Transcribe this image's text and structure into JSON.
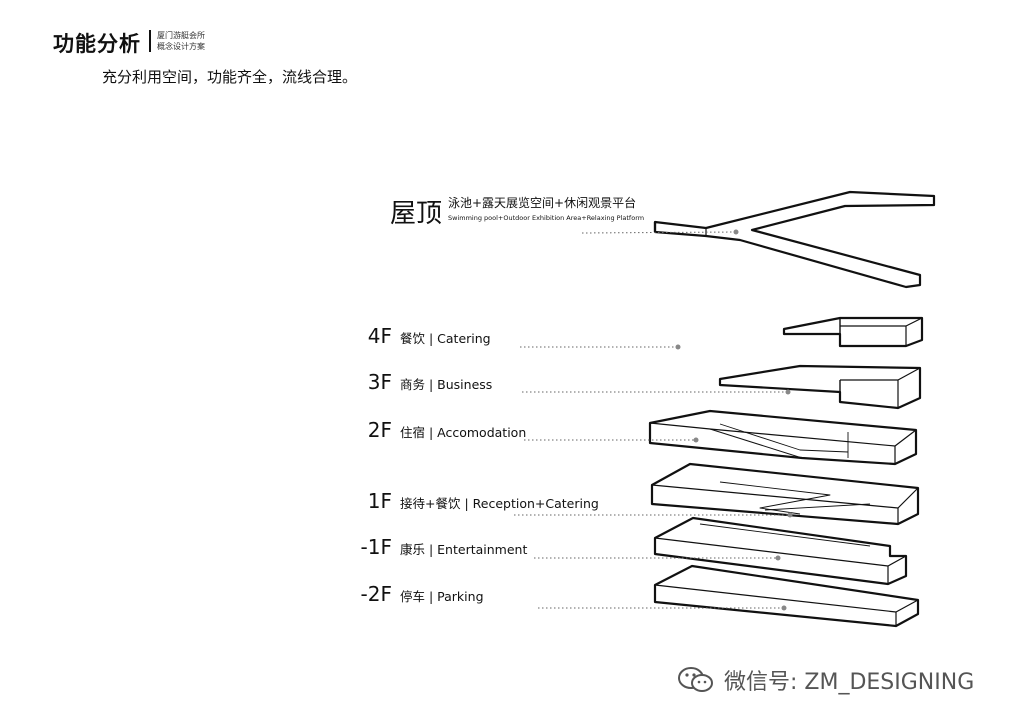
{
  "header": {
    "title": "功能分析",
    "subtitle_line1": "厦门游艇会所",
    "subtitle_line2": "概念设计方案",
    "intro": "充分利用空间，功能齐全，流线合理。"
  },
  "roof": {
    "code": "屋顶",
    "label_zh": "泳池+露天展览空间+休闲观景平台",
    "label_en": "Swimming pool+Outdoor Exhibition Area+Relaxing Platform"
  },
  "floors": [
    {
      "code": "4F",
      "label": "餐饮 | Catering"
    },
    {
      "code": "3F",
      "label": "商务 | Business"
    },
    {
      "code": "2F",
      "label": "住宿 | Accomodation"
    },
    {
      "code": "1F",
      "label": "接待+餐饮 | Reception+Catering"
    },
    {
      "code": "-1F",
      "label": "康乐 | Entertainment"
    },
    {
      "code": "-2F",
      "label": "停车 | Parking"
    }
  ],
  "watermark": {
    "icon": "wechat-icon",
    "text": "微信号: ZM_DESIGNING"
  },
  "colors": {
    "line": "#111111",
    "leader": "#666666",
    "watermark": "#555555"
  }
}
